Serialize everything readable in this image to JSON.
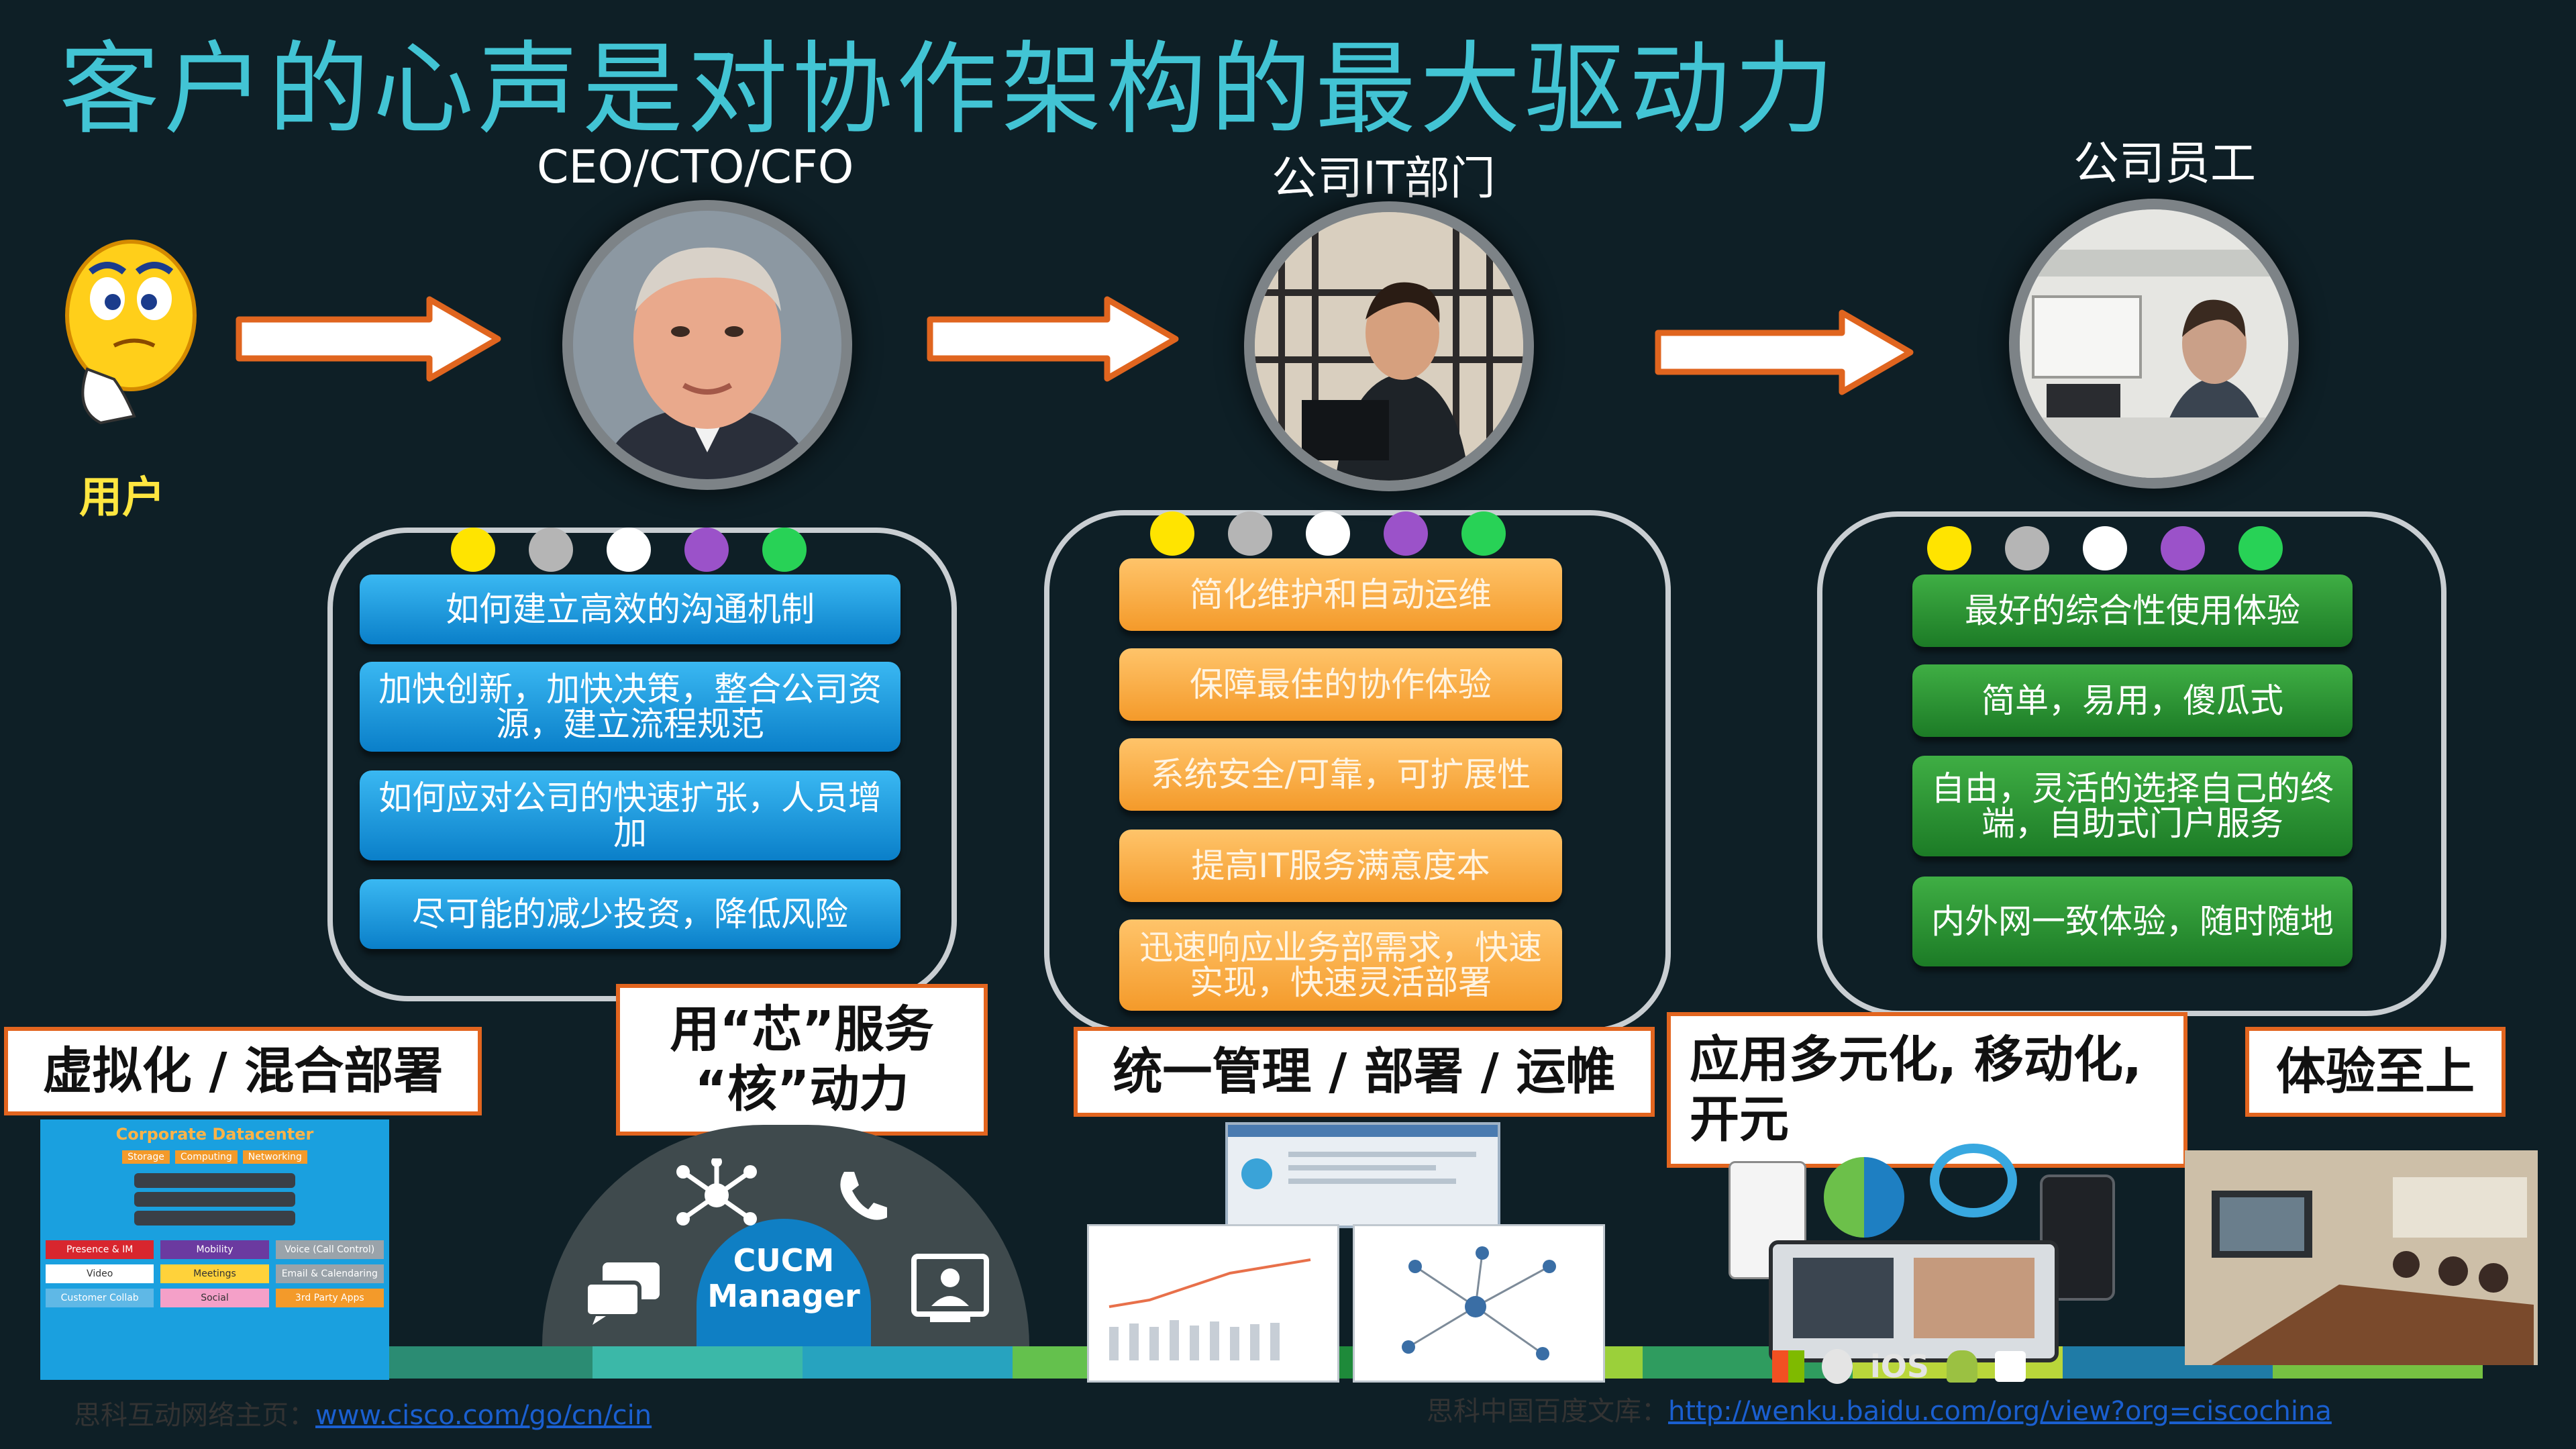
{
  "slide": {
    "title": "客户的心声是对协作架构的最大驱动力",
    "user_label": "用户"
  },
  "roles": [
    {
      "label": "CEO/CTO/CFO"
    },
    {
      "label": "公司IT部门"
    },
    {
      "label": "公司员工"
    }
  ],
  "dot_colors": [
    "#ffe400",
    "#b5b5b5",
    "#ffffff",
    "#9b52c9",
    "#28d256"
  ],
  "panels": {
    "ceo_items": [
      "如何建立高效的沟通机制",
      "加快创新，加快决策，整合公司资源，建立流程规范",
      "如何应对公司的快速扩张，人员增加",
      "尽可能的减少投资，降低风险"
    ],
    "it_items": [
      "简化维护和自动运维",
      "保障最佳的协作体验",
      "系统安全/可靠，可扩展性",
      "提高IT服务满意度本",
      "迅速响应业务部需求，快速实现，快速灵活部署"
    ],
    "employee_items": [
      "最好的综合性使用体验",
      "简单，易用，傻瓜式",
      "自由，灵活的选择自己的终端，自助式门户服务",
      "内外网一致体验，随时随地"
    ]
  },
  "tags": {
    "virtualization": "虚拟化 / 混合部署",
    "core_line1": "用“芯”服务",
    "core_line2": "“核”动力",
    "unified": "统一管理 / 部署 / 运帷",
    "apps": "应用多元化, 移动化, 开元",
    "experience": "体验至上"
  },
  "datacenter": {
    "title": "Corporate Datacenter",
    "top": [
      "Storage",
      "Computing",
      "Networking"
    ],
    "rows": [
      [
        "Presence & IM",
        "Mobility",
        "Voice (Call Control)"
      ],
      [
        "Video",
        "Meetings",
        "Email & Calendaring"
      ],
      [
        "Customer Collab",
        "Social",
        "3rd Party Apps"
      ]
    ]
  },
  "cucm": {
    "line1": "CUCM",
    "line2": "Manager"
  },
  "footer": {
    "left_prefix": "思科互动网络主页：",
    "left_link": "www.cisco.com/go/cn/cin",
    "right_prefix": "思科中国百度文库：",
    "right_link": "http://wenku.baidu.com/org/view?org=ciscochina"
  },
  "colors": {
    "title": "#42c4d4",
    "arrow": "#e0651f",
    "tag_border": "#e2651f",
    "blue_pill": "#1d9be0",
    "orange_pill": "#f7ad45",
    "green_pill": "#2d9a35"
  }
}
